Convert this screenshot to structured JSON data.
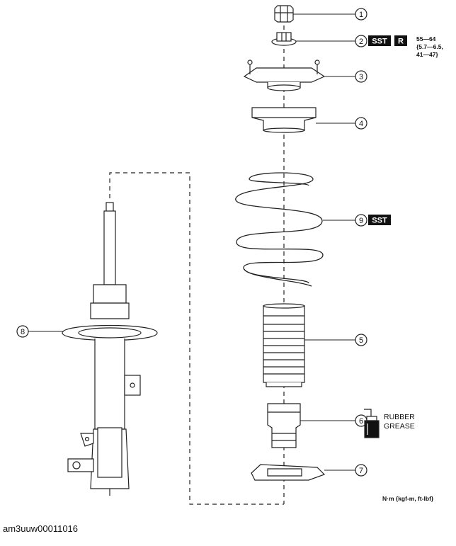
{
  "callouts": [
    "1",
    "2",
    "3",
    "4",
    "5",
    "6",
    "7",
    "8",
    "9"
  ],
  "badges": {
    "sst": "SST",
    "r": "R"
  },
  "torque": {
    "line1": "55—64",
    "line2": "{5.7—6.5,",
    "line3": "41—47}"
  },
  "grease": {
    "line1": "RUBBER",
    "line2": "GREASE"
  },
  "unit_note": "N·m {kgf-m, ft-lbf}",
  "image_code": "am3uuw00011016",
  "colors": {
    "line": "#222222",
    "badge_fill": "#111111"
  }
}
